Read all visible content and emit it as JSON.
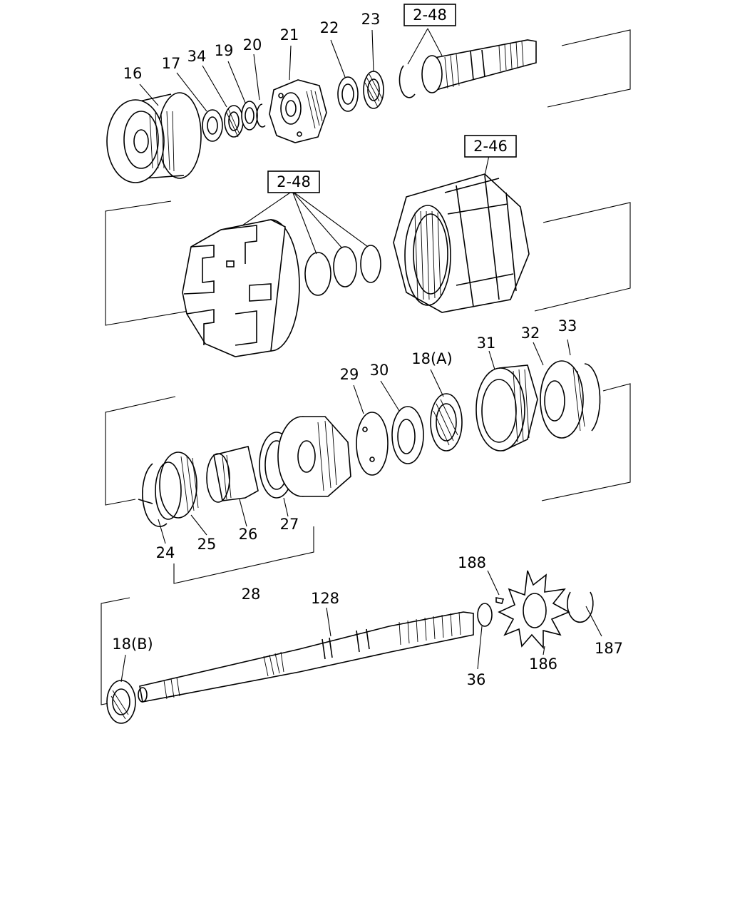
{
  "diagram": {
    "callouts": {
      "c16": "16",
      "c17": "17",
      "c34": "34",
      "c19": "19",
      "c20": "20",
      "c21": "21",
      "c22": "22",
      "c23": "23",
      "c29": "29",
      "c30": "30",
      "c18a": "18(A)",
      "c31": "31",
      "c32": "32",
      "c33": "33",
      "c24": "24",
      "c25": "25",
      "c26": "26",
      "c27": "27",
      "c28": "28",
      "c188": "188",
      "c128": "128",
      "c18b": "18(B)",
      "c36": "36",
      "c186": "186",
      "c187": "187"
    },
    "references": {
      "r248_top": "2-48",
      "r246": "2-46",
      "r248_mid": "2-48"
    }
  }
}
